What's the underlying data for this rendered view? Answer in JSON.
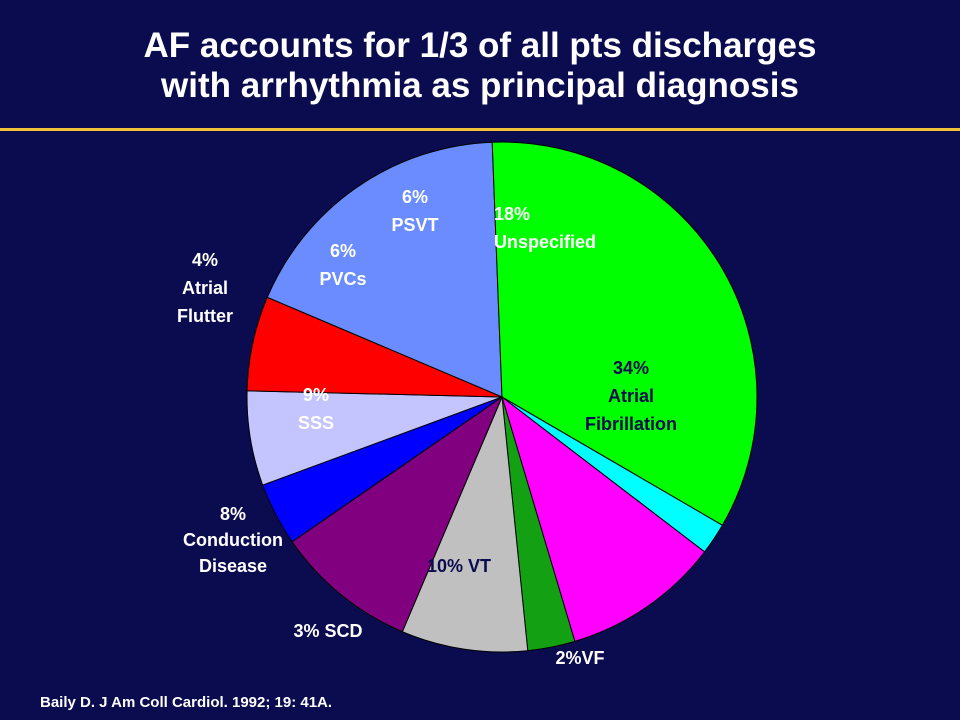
{
  "title_line1": "AF accounts for 1/3 of all pts discharges",
  "title_line2": "with arrhythmia as principal diagnosis",
  "citation": "Baily D. J Am Coll Cardiol. 1992; 19: 41A.",
  "colors": {
    "background": "#0b0b4f",
    "rule": "#f2c23a"
  },
  "chart_data": {
    "type": "pie",
    "slices": [
      {
        "label_lines": [
          "18%",
          "Unspecified"
        ],
        "value": 18,
        "color": "#6a8cff"
      },
      {
        "label_lines": [
          "34%",
          "Atrial",
          "Fibrillation"
        ],
        "value": 34,
        "color": "#00ff00"
      },
      {
        "label_lines": [
          "2%VF"
        ],
        "value": 2,
        "color": "#00ffff"
      },
      {
        "label_lines": [
          "10% VT"
        ],
        "value": 10,
        "color": "#ff00ff"
      },
      {
        "label_lines": [
          "3% SCD"
        ],
        "value": 3,
        "color": "#13a013"
      },
      {
        "label_lines": [
          "8%",
          "Conduction",
          "Disease"
        ],
        "value": 8,
        "color": "#c0c0c0"
      },
      {
        "label_lines": [
          "9%",
          "SSS"
        ],
        "value": 9,
        "color": "#800080"
      },
      {
        "label_lines": [
          "4%",
          "Atrial",
          "Flutter"
        ],
        "value": 4,
        "color": "#0000ff"
      },
      {
        "label_lines": [
          "6%",
          "PVCs"
        ],
        "value": 6,
        "color": "#c4c4ff"
      },
      {
        "label_lines": [
          "6%",
          "PSVT"
        ],
        "value": 6,
        "color": "#ff0000"
      }
    ]
  }
}
